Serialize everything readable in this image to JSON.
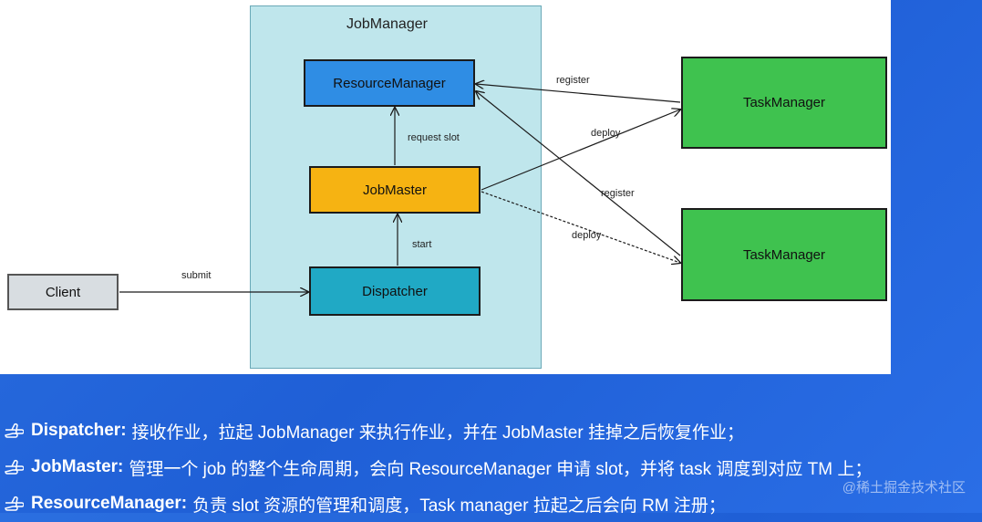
{
  "diagram": {
    "container_title": "JobManager",
    "nodes": {
      "resource_manager": "ResourceManager",
      "job_master": "JobMaster",
      "dispatcher": "Dispatcher",
      "client": "Client",
      "task_manager_1": "TaskManager",
      "task_manager_2": "TaskManager"
    },
    "edge_labels": {
      "register_top": "register",
      "deploy_top": "deploy",
      "register_bottom": "register",
      "deploy_bottom": "deploy",
      "request_slot": "request slot",
      "start": "start",
      "submit": "submit"
    },
    "colors": {
      "container": "#bfe6ec",
      "resource_manager": "#2f8de4",
      "job_master": "#f6b312",
      "dispatcher": "#20a9c5",
      "client": "#d8dde1",
      "task_manager": "#3fc24f",
      "background": "#1f5fd6"
    }
  },
  "descriptions": [
    {
      "term": "Dispatcher:",
      "text": "接收作业，拉起 JobManager 来执行作业，并在 JobMaster 挂掉之后恢复作业；"
    },
    {
      "term": "JobMaster:",
      "text": "管理一个 job 的整个生命周期，会向 ResourceManager 申请 slot，并将 task 调度到对应 TM 上；"
    },
    {
      "term": "ResourceManager:",
      "text": "负责 slot 资源的管理和调度，Task manager 拉起之后会向 RM 注册；"
    }
  ],
  "watermark": "@稀土掘金技术社区",
  "bullet_icon": "hand-pointing-icon"
}
